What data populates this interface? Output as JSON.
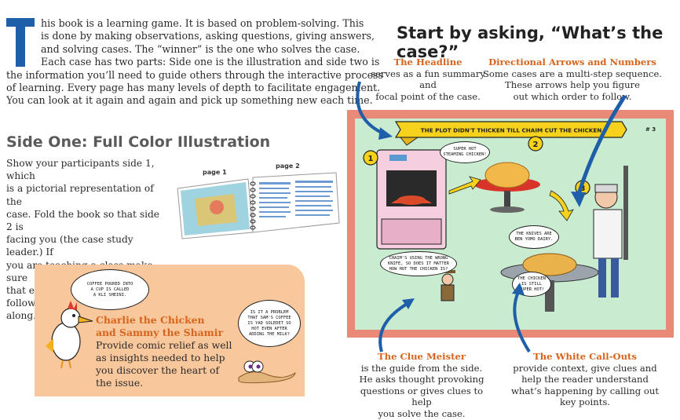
{
  "intro": {
    "drop_cap": "T",
    "lines": [
      "his book is a learning game. It is based on problem-solving. This",
      "is done by making observations, asking questions, giving answers,",
      "and solving cases. The “winner” is the one who solves the case.",
      "Each case has two parts: Side one is the illustration and side two is",
      "the information you’ll need to guide others through the interactive process",
      "of learning. Every page has many levels of depth to facilitate engagement.",
      "You can look at it again and again and pick up something new each time."
    ]
  },
  "side_one": {
    "heading": "Side One: Full Color Illustration",
    "lines": [
      "Show your participants side 1, which",
      "is a pictorial representation of the",
      "case. Fold the book so that side 2 is",
      "facing you (the case study leader.) If",
      "you are teaching a class make sure",
      "that each person has a copy to follow",
      "along."
    ],
    "book_labels": [
      "page 1",
      "page 2"
    ]
  },
  "charlie": {
    "bubble_left": [
      "COFFEE POURED INTO",
      "A CUP IS CALLED",
      "A KLI SHEINI."
    ],
    "bubble_right": [
      "IS IT A PROBLEM",
      "THAT SAM'S COFFEE",
      "IS YAD SOLEDET SO",
      "HOT EVEN AFTER",
      "ADDING THE MILK?"
    ],
    "title_lines": [
      "Charlie the Chicken",
      "and Sammy the Shamir"
    ],
    "body_lines": [
      "Provide comic relief as well",
      "as insights needed to help",
      "you discover the heart of",
      "the issue."
    ]
  },
  "start": {
    "heading": "Start by asking, “What’s the case?”",
    "headline_title": "The Headline",
    "headline_lines": [
      "serves as a fun summary and",
      "focal point of the case."
    ],
    "arrows_title": "Directional Arrows and Numbers",
    "arrows_lines": [
      "Some cases are a multi-step sequence.",
      "These arrows help you figure",
      "out which order to follow."
    ]
  },
  "comic": {
    "banner": "THE PLOT DIDN'T THICKEN TILL CHAIM CUT THE CHICKEN",
    "page_num": "# 3",
    "steps": [
      "1",
      "2",
      "3"
    ],
    "bubble_hot": [
      "SUPER HOT",
      "STEAMING CHICKEN!"
    ],
    "bubble_knives": [
      "THE KNIVES ARE",
      "BEN YOMO DAIRY."
    ],
    "bubble_chicken": [
      "THE CHICKEN",
      "IS STILL",
      "SUPER HOT!"
    ],
    "bubble_meister": [
      "CHAIM'S USING THE WRONG",
      "KNIFE, SO DOES IT MATTER",
      "HOW HOT THE CHICKEN IS?"
    ]
  },
  "clue": {
    "title": "The Clue Meister",
    "lines": [
      "is the guide from the side.",
      "He asks thought provoking",
      "questions or gives clues to help",
      "you solve the case."
    ]
  },
  "white": {
    "title": "The White Call-Outs",
    "lines": [
      "provide context, give clues and",
      "help the reader understand",
      "what’s happening by calling out",
      "key points."
    ]
  },
  "colors": {
    "accent_orange": "#d7641c",
    "arrow_blue": "#1f5ea8",
    "panel_peach": "#f9c79c",
    "frame_salmon": "#e98a78",
    "comic_bg": "#c9ecd0",
    "banner_yellow": "#f6d21c"
  }
}
